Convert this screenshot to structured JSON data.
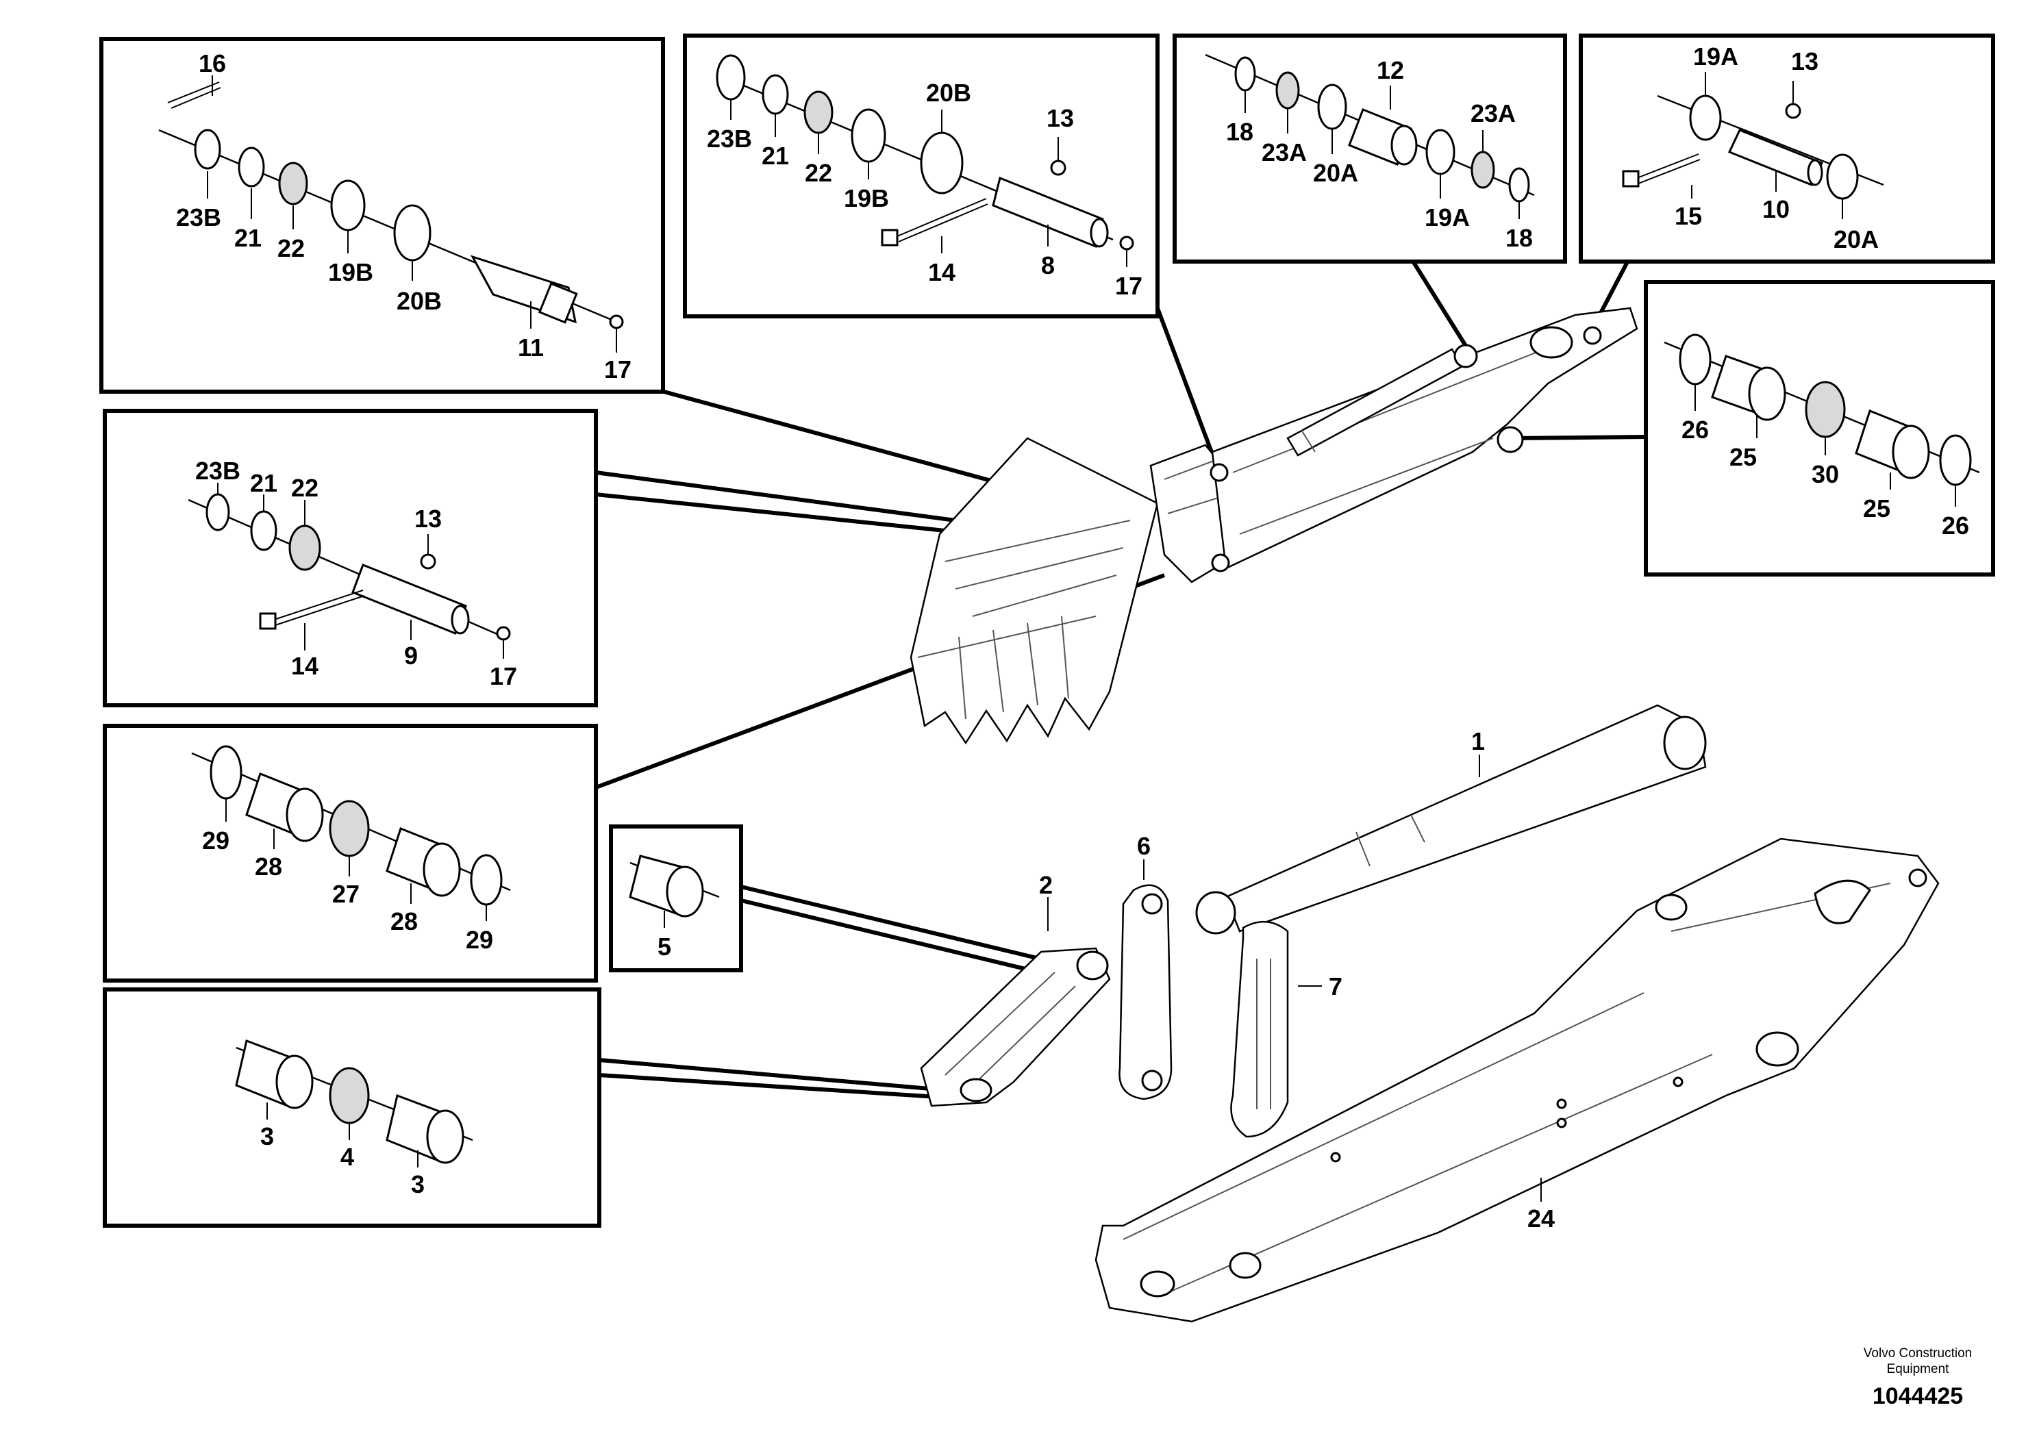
{
  "callouts": {
    "b16": "16",
    "b23B": "23B",
    "b21": "21",
    "b22": "22",
    "b19B": "19B",
    "b20B": "20B",
    "b11": "11",
    "b17": "17",
    "c23B": "23B",
    "c21": "21",
    "c22": "22",
    "c19B": "19B",
    "c20B": "20B",
    "c13": "13",
    "c14": "14",
    "c8": "8",
    "c17": "17",
    "d18a": "18",
    "d23A": "23A",
    "d20A": "20A",
    "d12": "12",
    "d23Ab": "23A",
    "d19A": "19A",
    "d18b": "18",
    "e19A": "19A",
    "e13": "13",
    "e15": "15",
    "e10": "10",
    "e20A": "20A",
    "f26a": "26",
    "f25a": "25",
    "f30": "30",
    "f25b": "25",
    "f26b": "26",
    "g23B": "23B",
    "g21": "21",
    "g22": "22",
    "g13": "13",
    "g14": "14",
    "g9": "9",
    "g17": "17",
    "h29a": "29",
    "h28a": "28",
    "h27": "27",
    "h28b": "28",
    "h29b": "29",
    "i5": "5",
    "j3a": "3",
    "j4": "4",
    "j3b": "3",
    "m1": "1",
    "m2": "2",
    "m6": "6",
    "m7": "7",
    "m24": "24"
  },
  "footer": {
    "brand_line1": "Volvo Construction",
    "brand_line2": "Equipment",
    "doc_number": "1044425"
  }
}
